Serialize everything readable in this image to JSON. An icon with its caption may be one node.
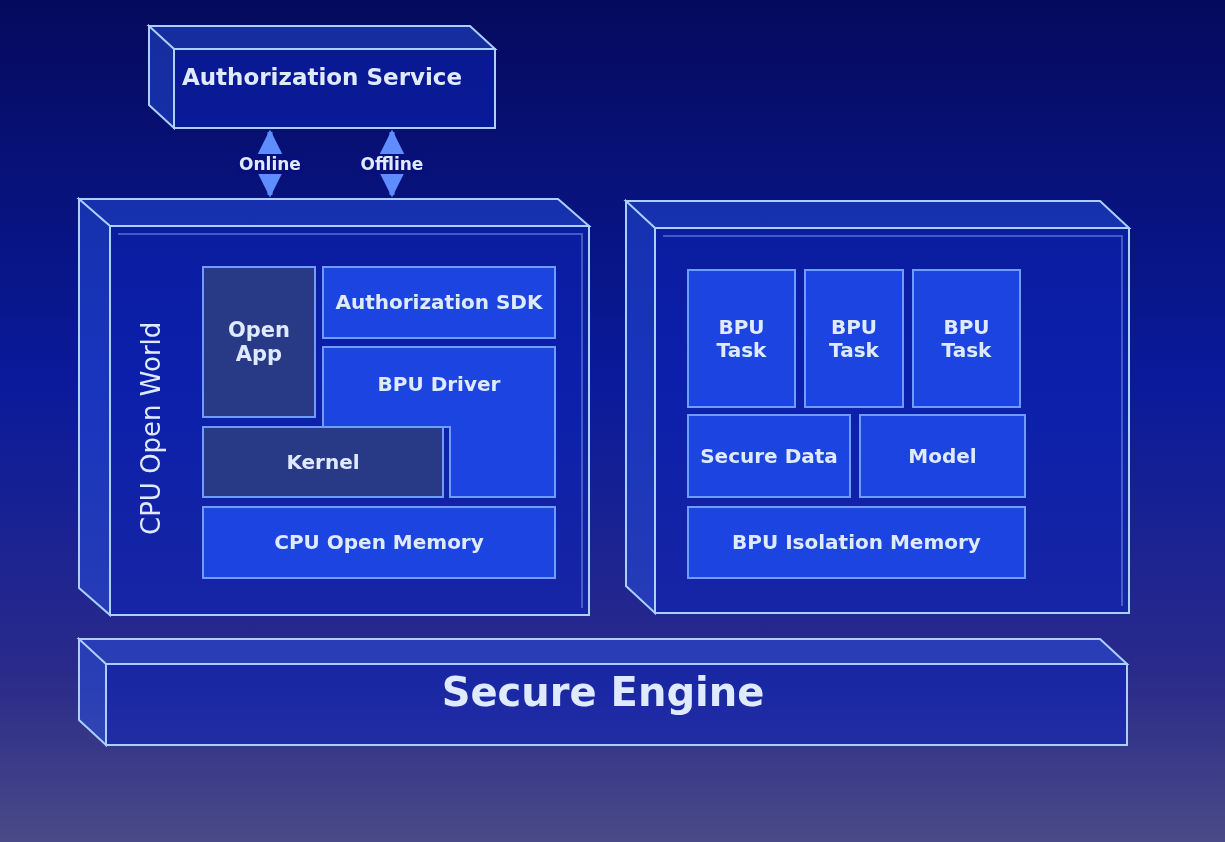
{
  "diagram": {
    "nodes": [
      {
        "text": [
          "Authorization Service"
        ]
      },
      {
        "text": [
          "CPU Open World"
        ]
      },
      {
        "text": [
          "Open App"
        ],
        "in": 1
      },
      {
        "text": [
          "Authorization SDK"
        ],
        "in": 1
      },
      {
        "text": [
          "BPU Driver"
        ],
        "in": 1
      },
      {
        "text": [
          "Kernel"
        ],
        "in": 1
      },
      {
        "text": [
          "CPU Open Memory"
        ],
        "in": 1
      },
      {
        "text": [],
        "shape": "box"
      },
      {
        "text": [
          "BPU Task"
        ],
        "in": 7
      },
      {
        "text": [
          "BPU Task"
        ],
        "in": 7
      },
      {
        "text": [
          "BPU Task"
        ],
        "in": 7
      },
      {
        "text": [
          "Secure Data"
        ],
        "in": 7
      },
      {
        "text": [
          "Model"
        ],
        "in": 7
      },
      {
        "text": [
          "BPU Isolation Memory"
        ],
        "in": 7
      },
      {
        "text": [
          "Secure Engine"
        ]
      }
    ],
    "edges": [
      {
        "from": 0,
        "to": 1,
        "arrow": "both",
        "label": "Online"
      },
      {
        "from": 0,
        "to": 1,
        "arrow": "both",
        "label": "Offline"
      }
    ]
  }
}
